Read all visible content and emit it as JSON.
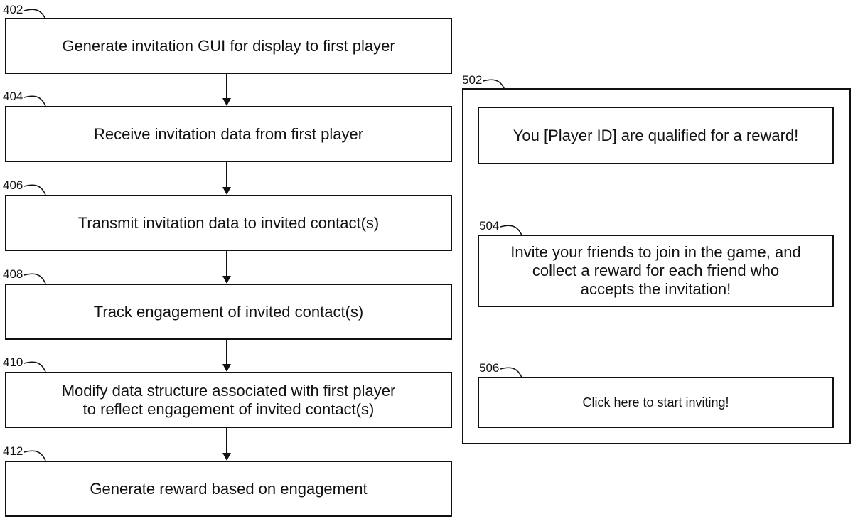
{
  "flowchart": {
    "steps": [
      {
        "ref": "402",
        "text": [
          "Generate invitation GUI for display to first player"
        ]
      },
      {
        "ref": "404",
        "text": [
          "Receive invitation data from first player"
        ]
      },
      {
        "ref": "406",
        "text": [
          "Transmit invitation data to invited contact(s)"
        ]
      },
      {
        "ref": "408",
        "text": [
          "Track engagement of invited contact(s)"
        ]
      },
      {
        "ref": "410",
        "text": [
          "Modify data structure associated with first player",
          "to reflect engagement of invited contact(s)"
        ]
      },
      {
        "ref": "412",
        "text": [
          "Generate reward based on engagement"
        ]
      }
    ]
  },
  "invitation_gui": {
    "ref": "502",
    "message": {
      "text": "You [Player ID] are qualified for a reward!"
    },
    "invite_prompt": {
      "ref": "504",
      "lines": [
        "Invite your friends to join in the game, and",
        "collect a reward for each friend who",
        "accepts the invitation!"
      ]
    },
    "start_button": {
      "ref": "506",
      "label": "Click here to start inviting!"
    }
  }
}
